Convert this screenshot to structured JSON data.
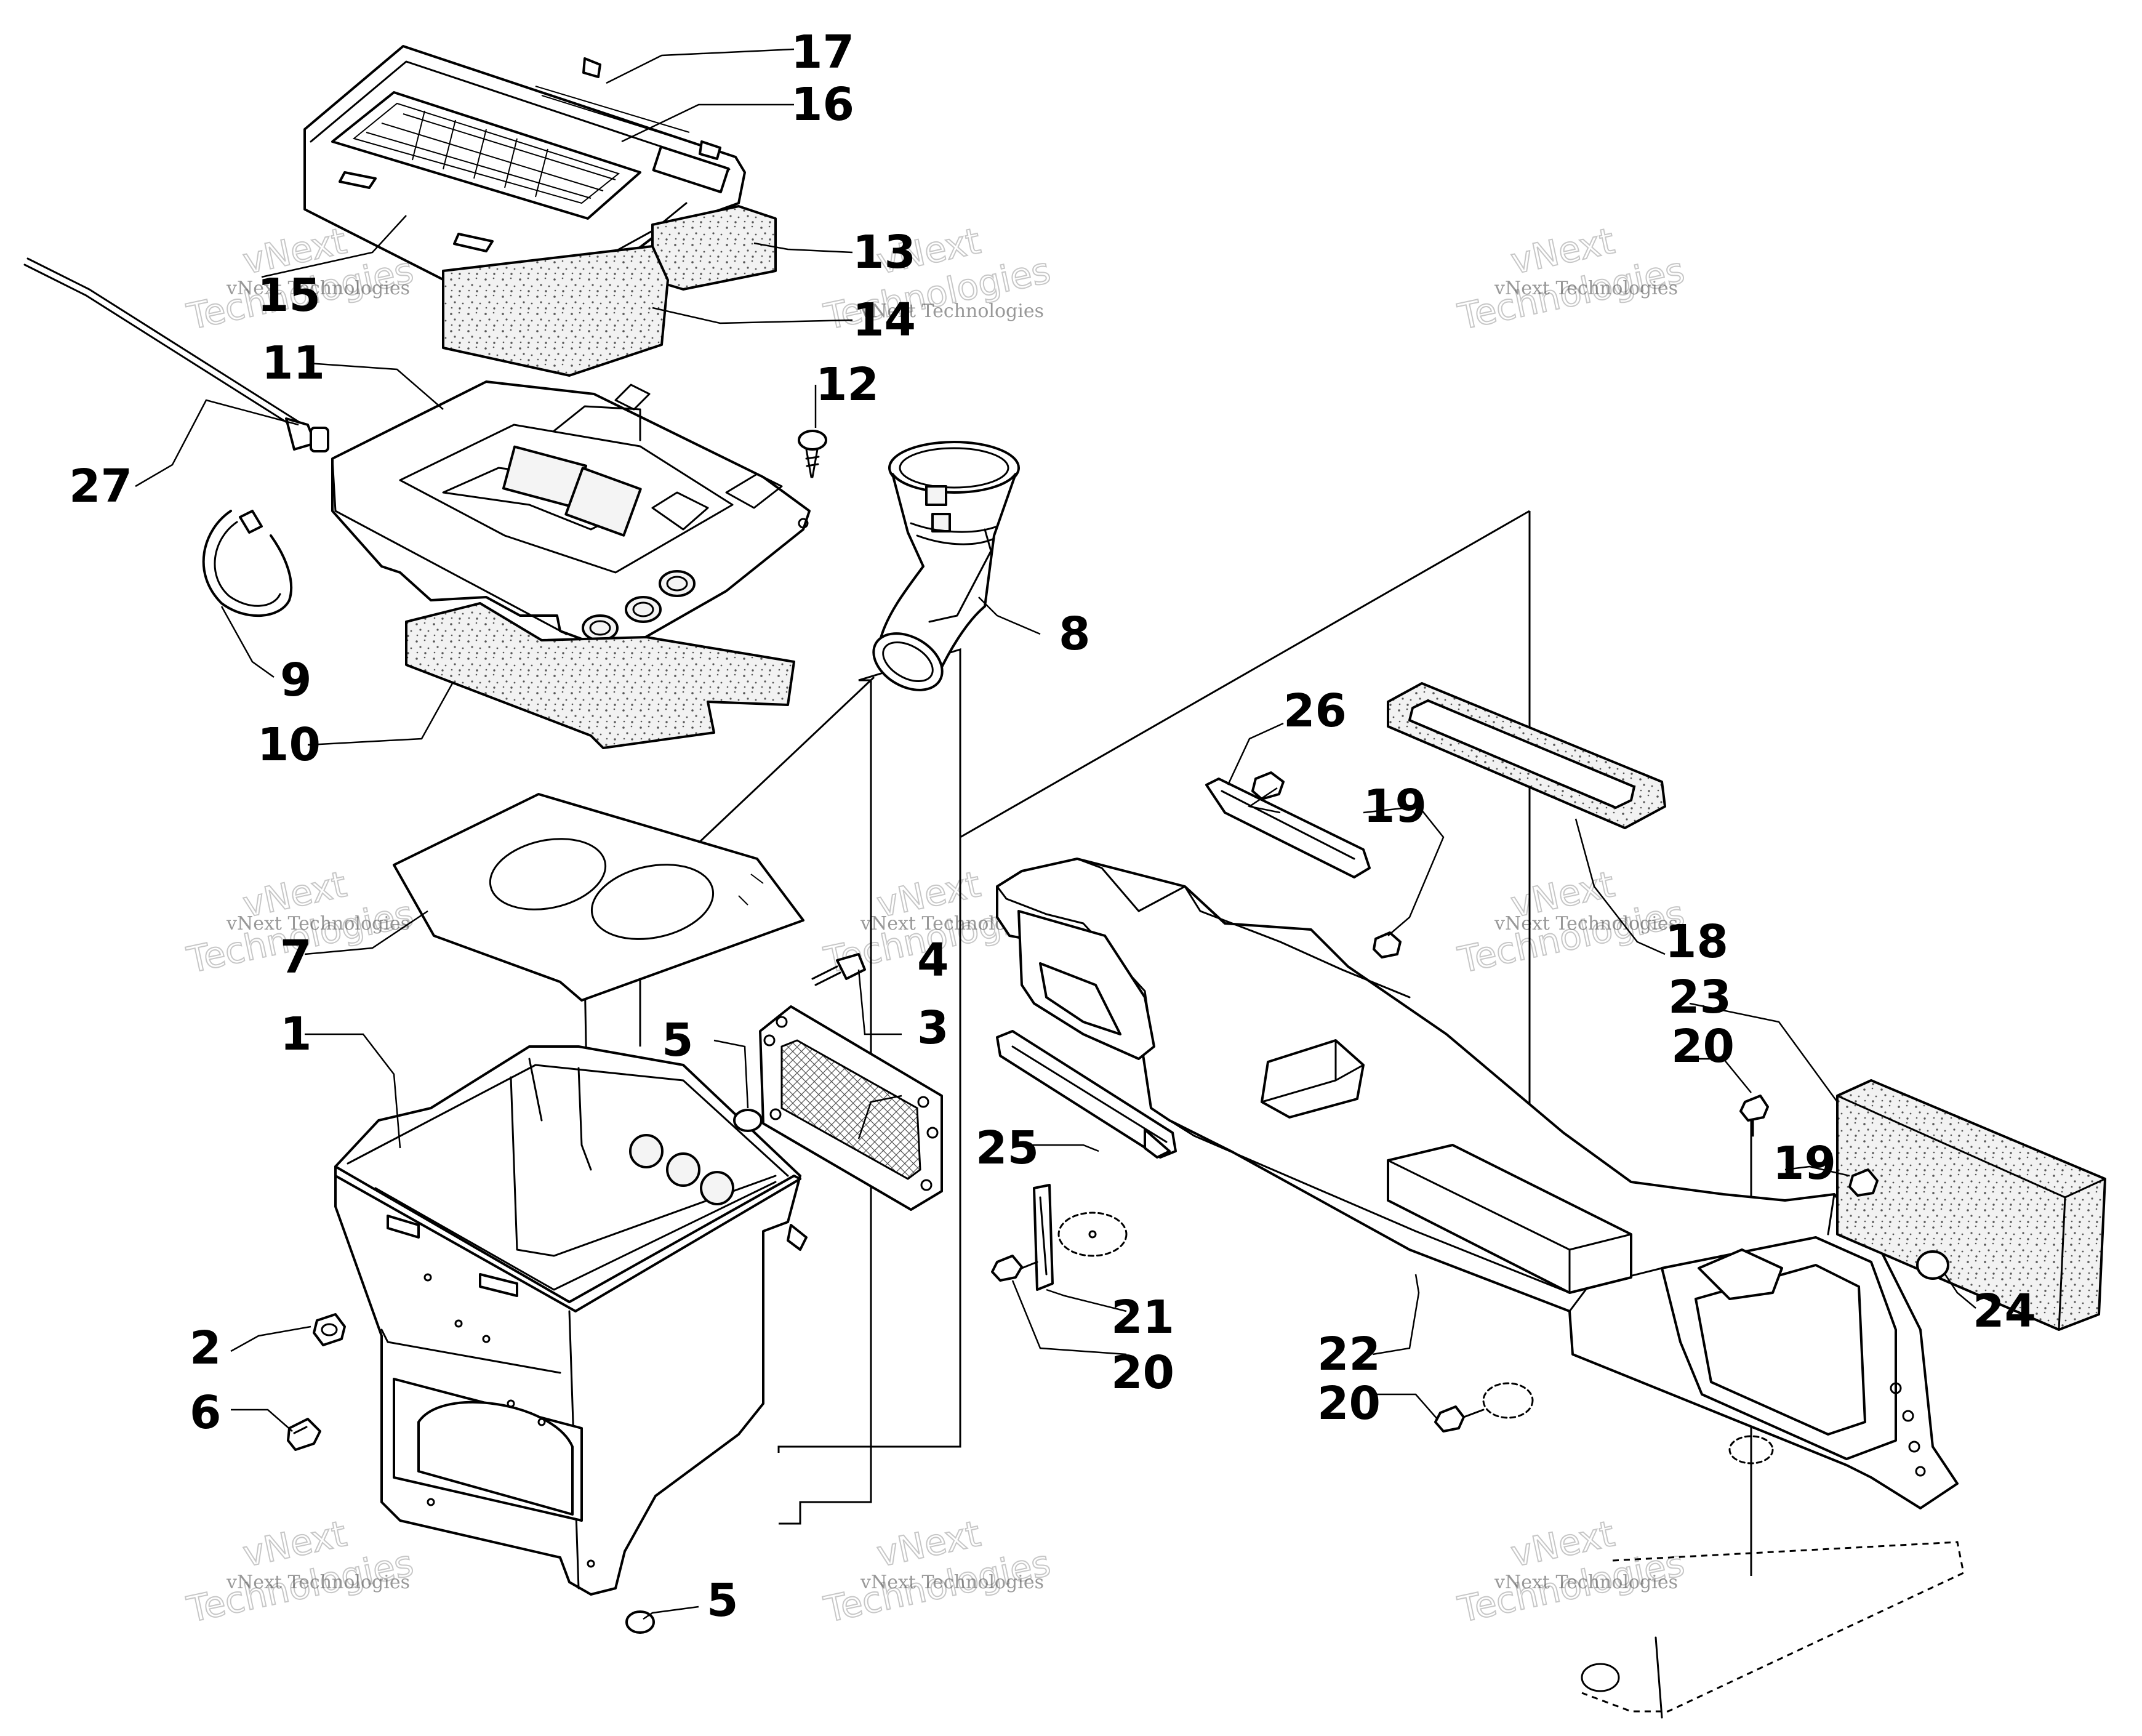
{
  "watermark": {
    "small": "vNext Technologies",
    "big_line1": "vNext",
    "big_line2": "Technologies"
  },
  "callouts": {
    "c1": "1",
    "c2": "2",
    "c3": "3",
    "c4": "4",
    "c5a": "5",
    "c5b": "5",
    "c6": "6",
    "c7": "7",
    "c8": "8",
    "c9": "9",
    "c10": "10",
    "c11": "11",
    "c12": "12",
    "c13": "13",
    "c14": "14",
    "c15": "15",
    "c16": "16",
    "c17": "17",
    "c18": "18",
    "c19a": "19",
    "c19b": "19",
    "c20a": "20",
    "c20b": "20",
    "c20c": "20",
    "c21": "21",
    "c22": "22",
    "c23": "23",
    "c24": "24",
    "c25": "25",
    "c26": "26",
    "c27": "27"
  }
}
